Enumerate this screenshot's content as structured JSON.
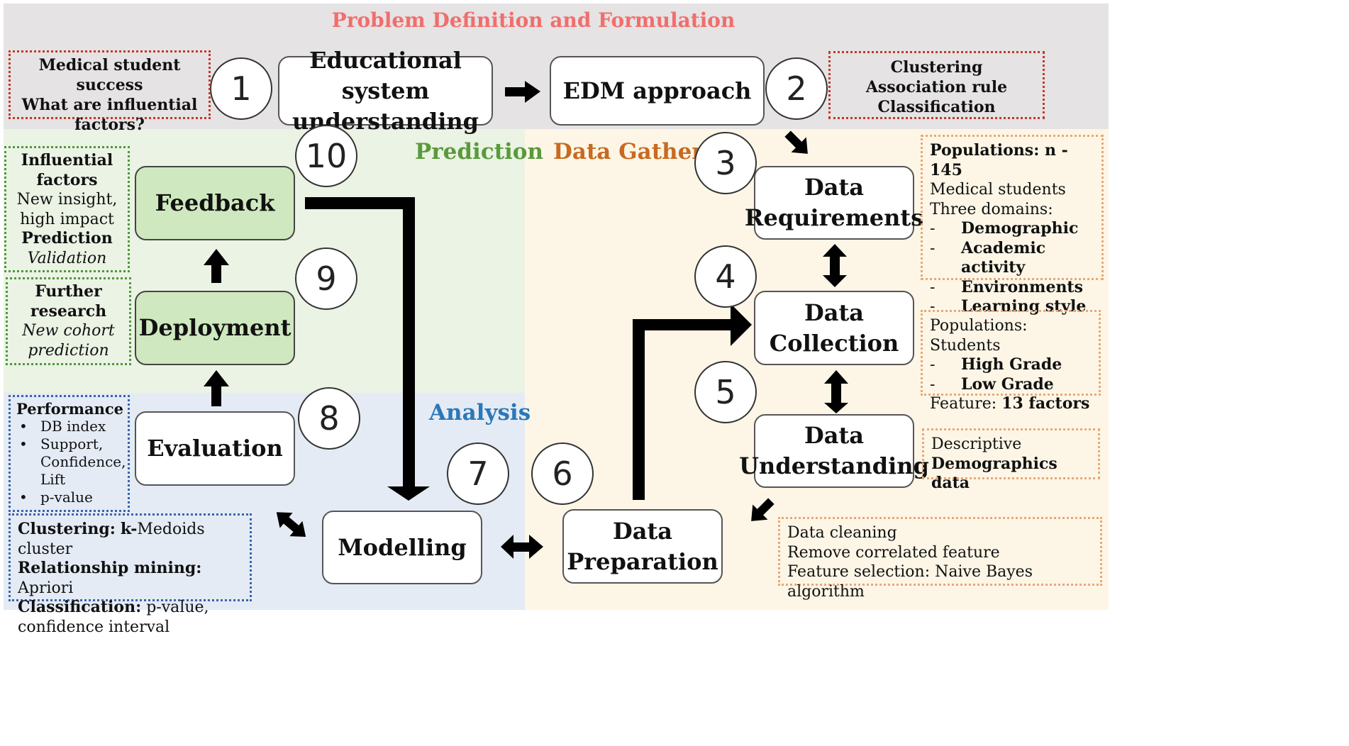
{
  "sections": {
    "problem": "Problem Definition and Formulation",
    "prediction": "Prediction",
    "data_gathering": "Data Gathering",
    "analysis": "Analysis"
  },
  "colors": {
    "problem_bg": "#e5e3e3",
    "prediction_bg": "#ebf3e4",
    "gathering_bg": "#fdf6e6",
    "analysis_bg": "#e4ebf5",
    "problem_title": "#f26d6d",
    "prediction_title": "#5a9a3c",
    "gathering_title": "#c86a20",
    "analysis_title": "#2b78b8",
    "green_box": "#cfe8bf"
  },
  "steps": {
    "educational": "Educational system understanding",
    "edm": "EDM approach",
    "requirements": "Data Requirements",
    "collection": "Data Collection",
    "understanding": "Data Understanding",
    "preparation": "Data Preparation",
    "modelling": "Modelling",
    "evaluation": "Evaluation",
    "deployment": "Deployment",
    "feedback": "Feedback"
  },
  "numbers": [
    "1",
    "2",
    "3",
    "4",
    "5",
    "6",
    "7",
    "8",
    "9",
    "10"
  ],
  "notes": {
    "problem": [
      "Medical student success",
      "What are influential",
      "factors?"
    ],
    "edm": [
      "Clustering",
      "Association rule",
      "Classification"
    ],
    "feedback": {
      "line1": "Influential",
      "line2": "factors",
      "line3": "New insight,",
      "line4": "high impact",
      "line5": "Prediction",
      "line6": "Validation"
    },
    "deployment": {
      "line1": "Further",
      "line2": "research",
      "line3": "New cohort",
      "line4": "prediction"
    },
    "performance": {
      "title": "Performance",
      "items": [
        "DB index",
        "Support, Confidence, Lift",
        "p-value"
      ]
    },
    "modelling": {
      "l1_label": "Clustering:",
      "l1_bold": "k-",
      "l1_text": "Medoids cluster",
      "l2_label": "Relationship mining:",
      "l2_text": "Apriori",
      "l3_label": "Classification:",
      "l3_text": "p-value,",
      "l4_text": "confidence interval"
    },
    "requirements": {
      "pop_label": "Populations: n - 145",
      "line2": "Medical students",
      "line3": "Three domains:",
      "dash": "-",
      "domains": [
        "Demographic",
        "Academic activity",
        "Environments",
        "Learning style"
      ]
    },
    "collection": {
      "line1": "Populations: Students",
      "grades": [
        "High Grade",
        "Low Grade"
      ],
      "feature_label": "Feature:",
      "feature_value": "13 factors"
    },
    "understanding": [
      "Descriptive",
      "Demographics data"
    ],
    "preparation": [
      "Data cleaning",
      "Remove correlated feature",
      "Feature selection: Naive Bayes algorithm"
    ]
  }
}
